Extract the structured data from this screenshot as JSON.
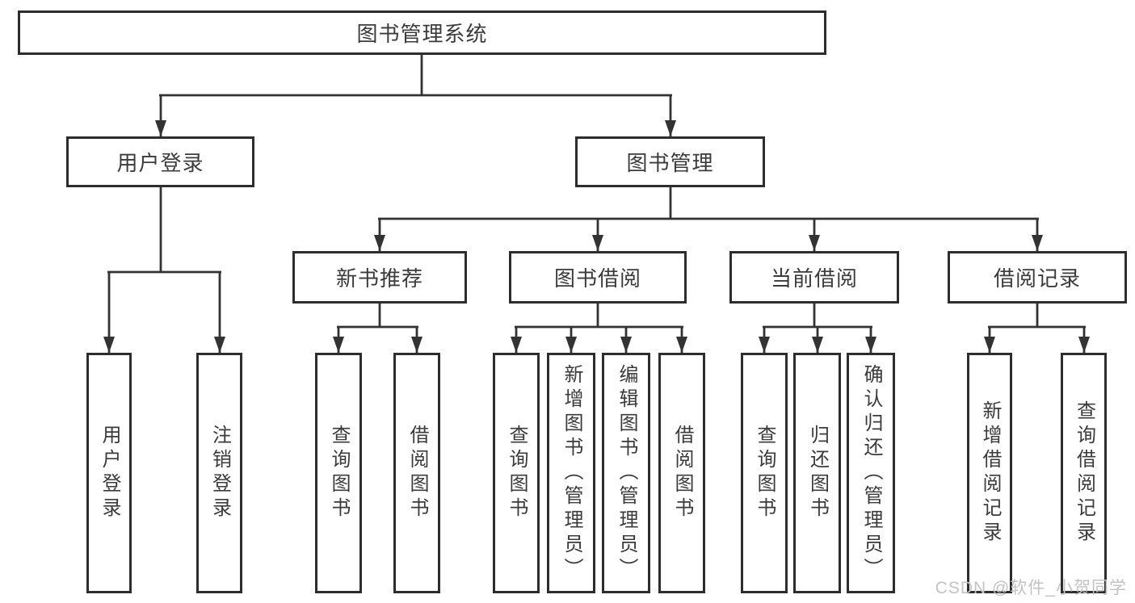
{
  "diagram": {
    "root": {
      "label": "图书管理系统"
    },
    "branches": [
      {
        "label": "用户登录",
        "leaves": [
          {
            "label": "用户登录"
          },
          {
            "label": "注销登录"
          }
        ]
      },
      {
        "label": "图书管理",
        "groups": [
          {
            "label": "新书推荐",
            "leaves": [
              {
                "label": "查询图书"
              },
              {
                "label": "借阅图书"
              }
            ]
          },
          {
            "label": "图书借阅",
            "leaves": [
              {
                "label": "查询图书"
              },
              {
                "label": "新增图书（管理员）"
              },
              {
                "label": "编辑图书（管理员）"
              },
              {
                "label": "借阅图书"
              }
            ]
          },
          {
            "label": "当前借阅",
            "leaves": [
              {
                "label": "查询图书"
              },
              {
                "label": "归还图书"
              },
              {
                "label": "确认归还（管理员）"
              }
            ]
          },
          {
            "label": "借阅记录",
            "leaves": [
              {
                "label": "新增借阅记录"
              },
              {
                "label": "查询借阅记录"
              }
            ]
          }
        ]
      }
    ],
    "watermark": "CSDN @软件_小贺同学",
    "colors": {
      "line": "#333333",
      "box_border": "#2d2d2d",
      "text": "#3b3b3b",
      "watermark": "#c3c3c3",
      "background": "#ffffff"
    }
  }
}
